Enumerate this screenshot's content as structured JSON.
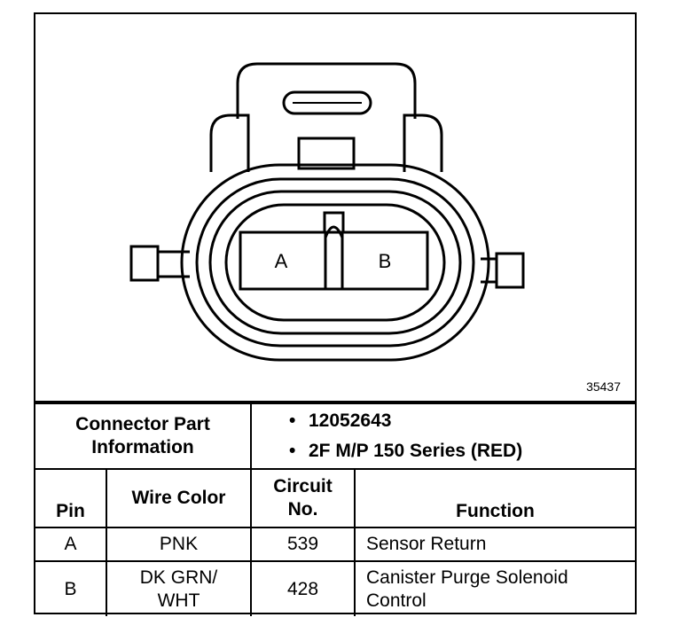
{
  "figure_number": "35437",
  "pins": {
    "a_label": "A",
    "b_label": "B"
  },
  "connector_info": {
    "label_line1": "Connector Part",
    "label_line2": "Information",
    "items": [
      "12052643",
      "2F M/P 150 Series (RED)"
    ]
  },
  "table": {
    "headers": {
      "pin": "Pin",
      "wire_color": "Wire Color",
      "circuit_line1": "Circuit",
      "circuit_line2": "No.",
      "function": "Function"
    },
    "rows": [
      {
        "pin": "A",
        "wire_color_line1": "PNK",
        "wire_color_line2": "",
        "circuit": "539",
        "function_line1": "Sensor Return",
        "function_line2": ""
      },
      {
        "pin": "B",
        "wire_color_line1": "DK GRN/",
        "wire_color_line2": "WHT",
        "circuit": "428",
        "function_line1": "Canister Purge Solenoid",
        "function_line2": "Control"
      }
    ]
  }
}
